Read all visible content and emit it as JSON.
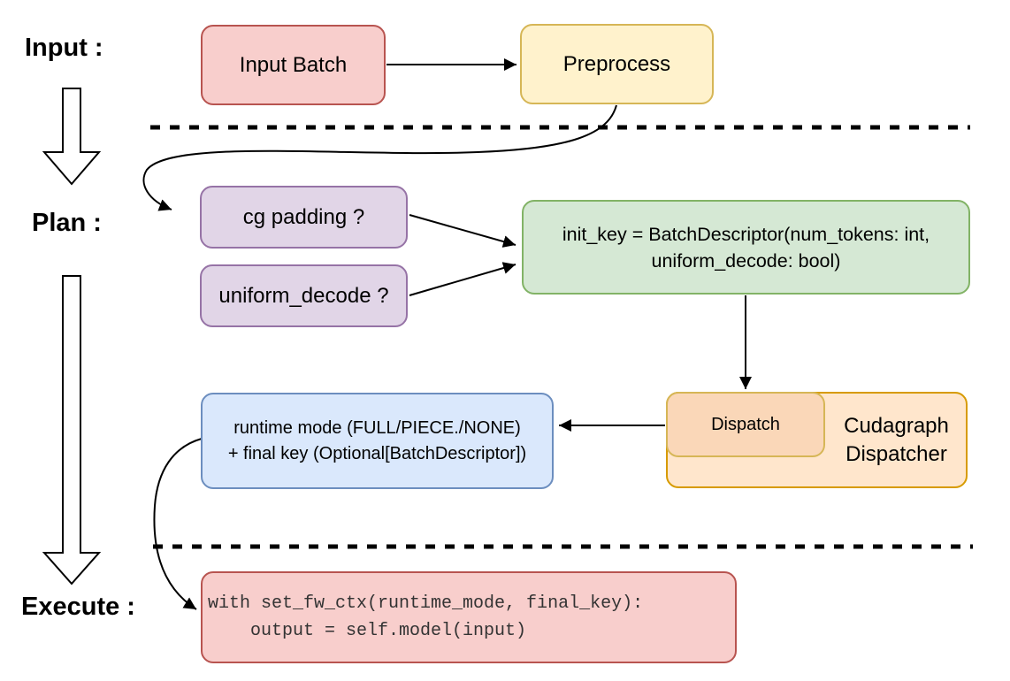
{
  "diagram": {
    "phases": {
      "input": "Input :",
      "plan": "Plan :",
      "execute": "Execute :"
    },
    "nodes": {
      "input_batch": {
        "label": "Input Batch"
      },
      "preprocess": {
        "label": "Preprocess"
      },
      "cg_padding": {
        "label": "cg padding ?"
      },
      "uniform_decode": {
        "label": "uniform_decode ?"
      },
      "init_key": {
        "line1": "init_key = BatchDescriptor(num_tokens: int,",
        "line2": "uniform_decode: bool)"
      },
      "runtime_mode": {
        "line1": "runtime mode (FULL/PIECE./NONE)",
        "line2": "+ final key (Optional[BatchDescriptor])"
      },
      "dispatch": {
        "label": "Dispatch"
      },
      "cudagraph_dispatcher": {
        "line1": "Cudagraph",
        "line2": "Dispatcher"
      },
      "execute_code": {
        "line1": "with set_fw_ctx(runtime_mode, final_key):",
        "line2": "    output = self.model(input)"
      }
    },
    "colors": {
      "red_fill": "#F8CECC",
      "red_stroke": "#B85450",
      "yellow_fill": "#FFF2CC",
      "yellow_stroke": "#D6B656",
      "purple_fill": "#E1D5E7",
      "purple_stroke": "#9673A6",
      "green_fill": "#D5E8D4",
      "green_stroke": "#82B366",
      "blue_fill": "#DAE8FC",
      "blue_stroke": "#6C8EBF",
      "orange_fill": "#FFE6CC",
      "orange_stroke": "#D79B00",
      "dispatch_fill": "#FAD7B8",
      "dispatch_stroke": "#D6B656",
      "connector": "#000000"
    }
  }
}
